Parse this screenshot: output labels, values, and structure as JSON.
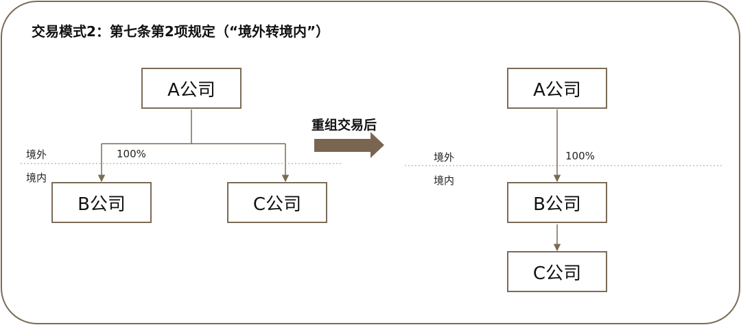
{
  "title": "交易模式2：第七条第2项规定（“境外转境内”）",
  "transition_label": "重组交易后",
  "colors": {
    "frame": "#7a6a55",
    "line": "#7a6a55",
    "big_arrow": "#7a6650",
    "divider": "#9a9a9a"
  },
  "before": {
    "nodes": {
      "a": "A公司",
      "b": "B公司",
      "c": "C公司"
    },
    "overseas_label": "境外",
    "domestic_label": "境内",
    "ownership_label": "100%"
  },
  "after": {
    "nodes": {
      "a": "A公司",
      "b": "B公司",
      "c": "C公司"
    },
    "overseas_label": "境外",
    "domestic_label": "境内",
    "ownership_label": "100%"
  }
}
